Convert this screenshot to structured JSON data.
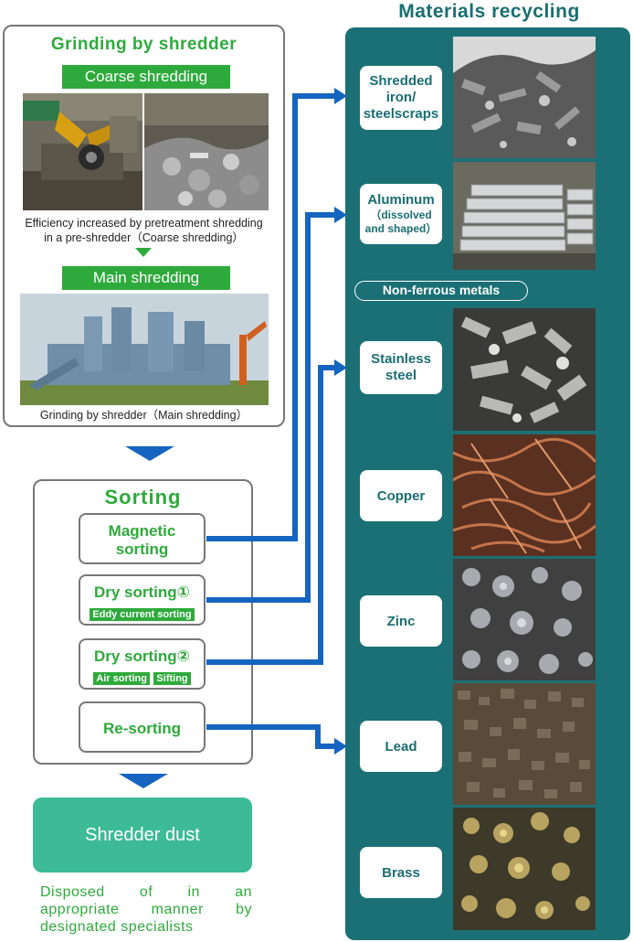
{
  "grinding": {
    "title": "Grinding by shredder",
    "coarse_label": "Coarse shredding",
    "coarse_caption_1": "Efficiency increased by pretreatment shredding",
    "coarse_caption_2": "in a pre-shredder（Coarse shredding）",
    "main_label": "Main shredding",
    "main_caption": "Grinding by shredder（Main shredding）"
  },
  "sorting": {
    "title": "Sorting",
    "magnetic_1": "Magnetic",
    "magnetic_2": "sorting",
    "dry1_title": "Dry sorting①",
    "dry1_tag": "Eddy current sorting",
    "dry2_title": "Dry sorting②",
    "dry2_tag_1": "Air sorting",
    "dry2_tag_2": "Sifting",
    "resorting": "Re-sorting"
  },
  "dust": {
    "label": "Shredder dust",
    "note_1": "Disposed of in an",
    "note_2": "appropriate manner by",
    "note_3": "designated specialists"
  },
  "materials": {
    "title": "Materials recycling",
    "iron_1": "Shredded",
    "iron_2": "iron/",
    "iron_3": "steelscraps",
    "aluminum_1": "Aluminum",
    "aluminum_2": "（dissolved",
    "aluminum_3": "and shaped）",
    "nonferrous": "Non-ferrous metals",
    "stainless_1": "Stainless",
    "stainless_2": "steel",
    "copper": "Copper",
    "zinc": "Zinc",
    "lead": "Lead",
    "brass": "Brass"
  },
  "colors": {
    "green": "#2eaa3c",
    "teal": "#1a6e72",
    "arrow_blue": "#1565c0",
    "dust_green": "#3dbb96"
  }
}
